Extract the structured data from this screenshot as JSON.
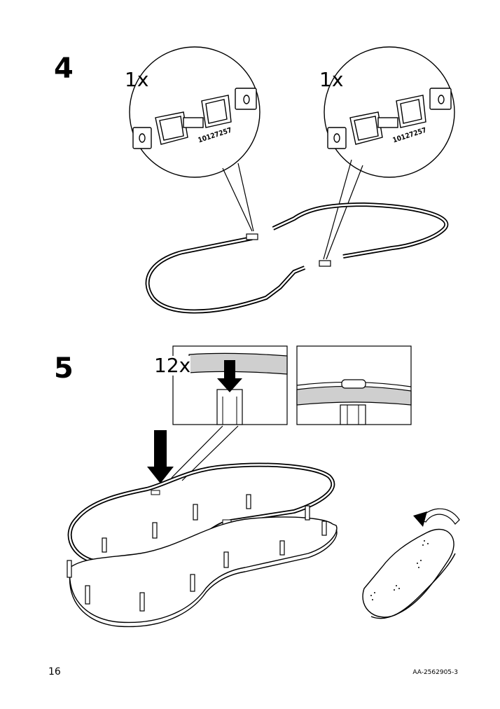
{
  "steps": [
    {
      "number": "4",
      "callouts": [
        {
          "quantity": "1x",
          "part_number": "10127257"
        },
        {
          "quantity": "1x",
          "part_number": "10127257"
        }
      ]
    },
    {
      "number": "5",
      "callouts": [
        {
          "quantity": "12x"
        }
      ]
    }
  ],
  "footer": {
    "page_number": "16",
    "document_code": "AA-2562905-3"
  }
}
